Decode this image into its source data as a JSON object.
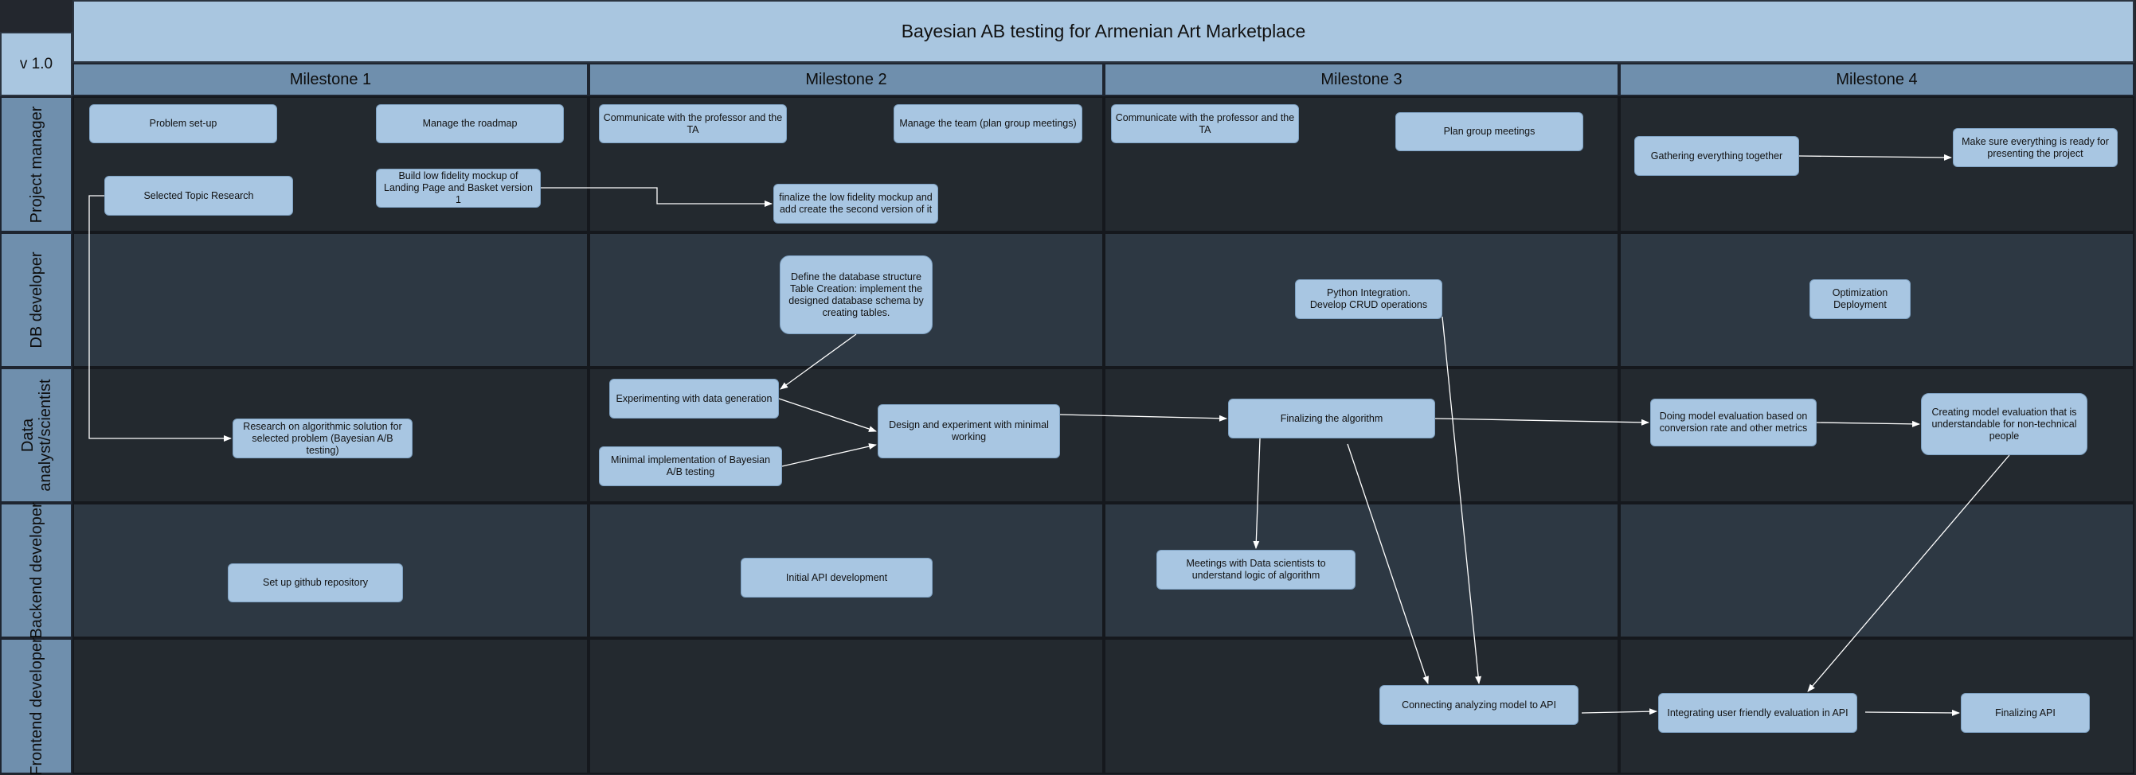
{
  "title": "Bayesian AB testing for Armenian Art Marketplace",
  "version": "v 1.0",
  "milestones": [
    "Milestone 1",
    "Milestone 2",
    "Milestone 3",
    "Milestone 4"
  ],
  "lanes": [
    "Project manager",
    "DB developer",
    "Data analyst/scientist",
    "Backend developer",
    "Frontend developer"
  ],
  "tasks": {
    "pm_problem_setup": "Problem set-up",
    "pm_manage_roadmap": "Manage the roadmap",
    "pm_topic_research": "Selected Topic Research",
    "pm_lowfi_mockup": "Build low fidelity mockup of Landing Page and Basket version 1",
    "pm_communicate_m2": "Communicate with the professor and the TA",
    "pm_manage_team": "Manage the team (plan group meetings)",
    "pm_finalize_mockup": "finalize the low fidelity mockup and add create the second version of it",
    "pm_communicate_m3": "Communicate with the professor and the TA",
    "pm_plan_meetings": "Plan group meetings",
    "pm_gathering": "Gathering everything together",
    "pm_ready_present": "Make sure everything is ready for presenting the project",
    "db_structure": "Define the database structure\nTable Creation: implement the designed database schema by creating tables.",
    "db_python": "Python Integration.\nDevelop CRUD operations",
    "db_optimization": "Optimization\nDeployment",
    "ds_research": "Research on algorithmic solution for selected problem (Bayesian A/B testing)",
    "ds_data_gen": "Experimenting with data generation",
    "ds_minimal_impl": "Minimal implementation of Bayesian A/B testing",
    "ds_design": "Design and experiment with minimal working",
    "ds_finalizing": "Finalizing the algorithm",
    "ds_model_eval": "Doing model evaluation based on conversion rate and other metrics",
    "ds_model_eval_nontech": "Creating model evaluation that is understandable for non-technical people",
    "be_github": "Set up github repository",
    "be_initial_api": "Initial API development",
    "be_meetings": "Meetings with Data scientists to understand logic of algorithm",
    "fe_connecting": "Connecting analyzing model to API",
    "fe_integrating": "Integrating user friendly evaluation in API",
    "fe_finalizing_api": "Finalizing API"
  },
  "colors": {
    "title_bg": "#a9c6e0",
    "header_bg": "#6f8fad",
    "cell_dark": "#23292f",
    "cell_light": "#2d3843",
    "node_bg": "#a8c6e2",
    "arrow": "#ffffff"
  }
}
